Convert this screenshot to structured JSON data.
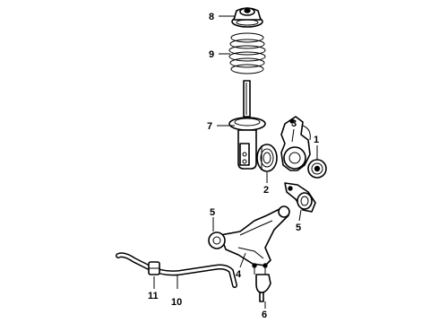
{
  "callouts": [
    {
      "id": "1",
      "text": "1"
    },
    {
      "id": "2",
      "text": "2"
    },
    {
      "id": "3",
      "text": "3"
    },
    {
      "id": "4",
      "text": "4"
    },
    {
      "id": "5a",
      "text": "5"
    },
    {
      "id": "5b",
      "text": "5"
    },
    {
      "id": "6",
      "text": "6"
    },
    {
      "id": "7",
      "text": "7"
    },
    {
      "id": "8",
      "text": "8"
    },
    {
      "id": "9",
      "text": "9"
    },
    {
      "id": "10",
      "text": "10"
    },
    {
      "id": "11",
      "text": "11"
    }
  ]
}
